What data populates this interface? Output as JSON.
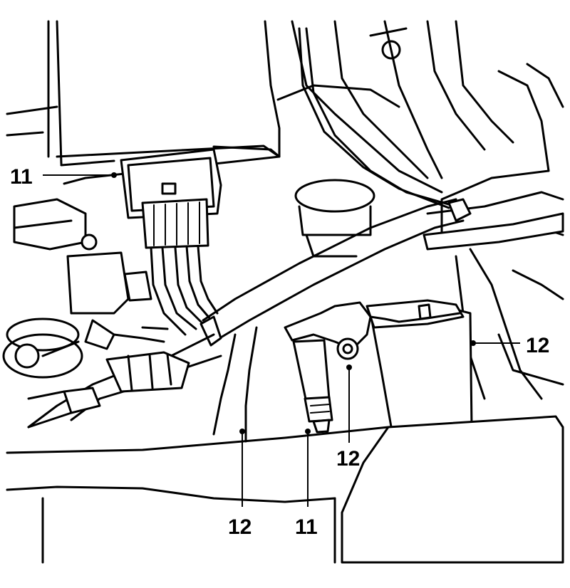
{
  "callouts": [
    {
      "id": "c1",
      "label": "11"
    },
    {
      "id": "c2",
      "label": "12"
    },
    {
      "id": "c3",
      "label": "12"
    },
    {
      "id": "c4",
      "label": "12"
    },
    {
      "id": "c5",
      "label": "11"
    }
  ]
}
